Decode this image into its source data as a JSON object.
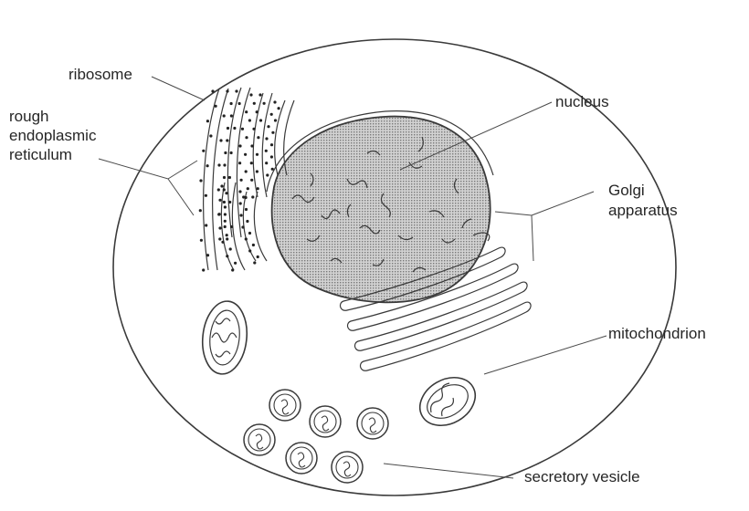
{
  "labels": {
    "ribosome": "ribosome",
    "rough_er": [
      "rough",
      "endoplasmic",
      "reticulum"
    ],
    "nucleus": "nucleus",
    "golgi": [
      "Golgi",
      "apparatus"
    ],
    "mitochondrion": "mitochondrion",
    "secretory_vesicle": "secretory vesicle"
  },
  "colors": {
    "line": "#3a3a3a",
    "text": "#262626",
    "background": "#ffffff",
    "nucleus_shade": "#a8a8a8"
  }
}
